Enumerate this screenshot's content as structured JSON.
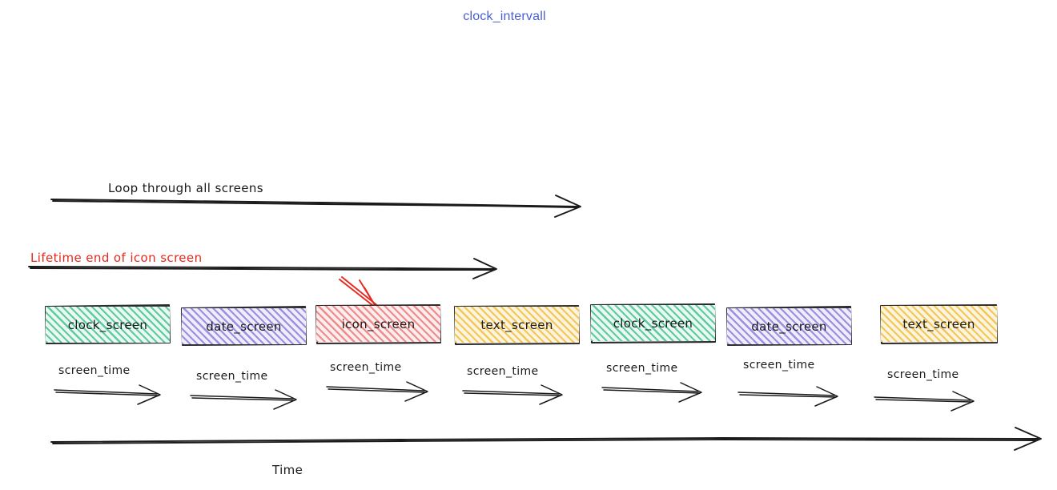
{
  "title": "clock_intervall",
  "colors": {
    "title": "#4a5fd4",
    "ink": "#1a1a1a",
    "accent_red": "#e8271c",
    "green": "#5fc9a0",
    "purple": "#9a8fe0",
    "red": "#ef8b8b",
    "yellow": "#f3c65a"
  },
  "annotations": {
    "loop_arrow_label": "Loop through all screens",
    "lifetime_arrow_label": "Lifetime end of icon screen",
    "time_axis_label": "Time"
  },
  "screens": [
    {
      "label": "clock_screen",
      "color_key": "green",
      "fill_class": "fill-green",
      "screen_time_label": "screen_time"
    },
    {
      "label": "date_screen",
      "color_key": "purple",
      "fill_class": "fill-purple",
      "screen_time_label": "screen_time"
    },
    {
      "label": "icon_screen",
      "color_key": "red",
      "fill_class": "fill-red",
      "screen_time_label": "screen_time"
    },
    {
      "label": "text_screen",
      "color_key": "yellow",
      "fill_class": "fill-yellow",
      "screen_time_label": "screen_time"
    },
    {
      "label": "clock_screen",
      "color_key": "green",
      "fill_class": "fill-green",
      "screen_time_label": "screen_time"
    },
    {
      "label": "date_screen",
      "color_key": "purple",
      "fill_class": "fill-purple",
      "screen_time_label": "screen_time"
    },
    {
      "label": "text_screen",
      "color_key": "yellow",
      "fill_class": "fill-yellow",
      "screen_time_label": "screen_time"
    }
  ]
}
